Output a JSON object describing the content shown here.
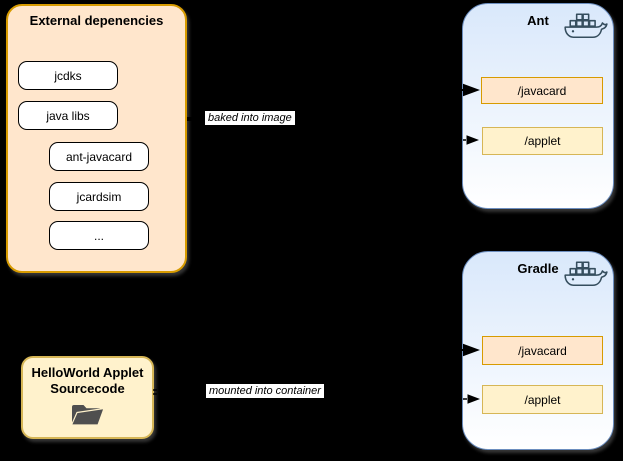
{
  "external_box": {
    "title": "External depenencies",
    "items": [
      "jcdks",
      "java libs",
      "ant-javacard",
      "jcardsim",
      "..."
    ]
  },
  "containers": {
    "ant": {
      "title": "Ant",
      "dirs": {
        "javacard": "/javacard",
        "applet": "/applet"
      }
    },
    "gradle": {
      "title": "Gradle",
      "dirs": {
        "javacard": "/javacard",
        "applet": "/applet"
      }
    }
  },
  "source_box": {
    "line1": "HelloWorld Applet",
    "line2": "Sourcecode"
  },
  "edges": {
    "baked_label": "baked into image",
    "mounted_label": "mounted into container"
  },
  "colors": {
    "background": "#000000",
    "orange_fill": "#ffe6cc",
    "orange_border": "#d79b00",
    "yellow_fill": "#fff2cc",
    "yellow_border": "#d6b656",
    "blue_fill": "#dae8fc",
    "blue_border": "#6c8ebf",
    "item_fill": "#ffffff",
    "item_border": "#000000",
    "connector": "#000000",
    "label_bg": "#ffffff",
    "folder": "#4f4f4f",
    "docker_outline": "#364e5e"
  }
}
